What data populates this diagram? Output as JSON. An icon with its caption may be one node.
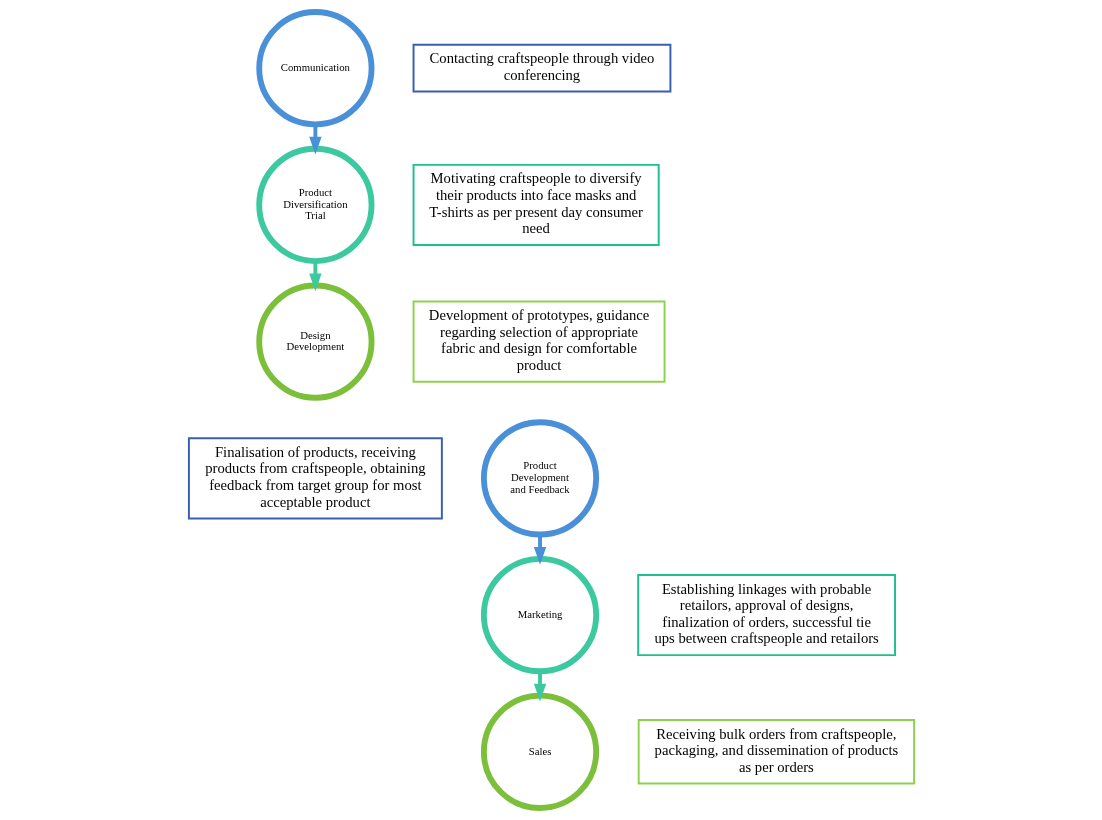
{
  "diagram": {
    "nodes": [
      {
        "text": [
          "Communication"
        ]
      },
      {
        "text": [
          "Contacting craftspeople through video conferencing"
        ]
      },
      {
        "text": [
          "Motivating craftspeople to diversify their products into face masks and T-shirts as per present day consumer need"
        ]
      },
      {
        "text": [
          "Product Diversification Trial"
        ]
      },
      {
        "text": [
          "Design Development"
        ]
      },
      {
        "text": [
          "Development of prototypes, guidance regarding selection of appropriate fabric and design for comfortable product"
        ]
      },
      {
        "text": [
          "Finalisation of products, receiving products from craftspeople, obtaining feedback from target group for most acceptable product"
        ]
      },
      {
        "text": [
          "Product Development and Feedback"
        ]
      },
      {
        "text": [
          "Marketing"
        ]
      },
      {
        "text": [
          "Establishing linkages with probable retailors, approval of designs, finalization of orders, successful tie ups between craftspeople and retailors"
        ]
      },
      {
        "text": [
          "Receiving bulk orders from craftspeople, packaging, and dissemination of products as per orders"
        ]
      },
      {
        "text": [
          "Sales"
        ]
      }
    ],
    "edges": [
      {
        "from": 0,
        "to": 3,
        "arrow": "to"
      },
      {
        "from": 3,
        "to": 4,
        "arrow": "to",
        "color": "#3cc9a0"
      },
      {
        "from": 7,
        "to": 8,
        "arrow": "to"
      },
      {
        "from": 8,
        "to": 11,
        "arrow": "to",
        "color": "#3cc9a0"
      }
    ]
  }
}
